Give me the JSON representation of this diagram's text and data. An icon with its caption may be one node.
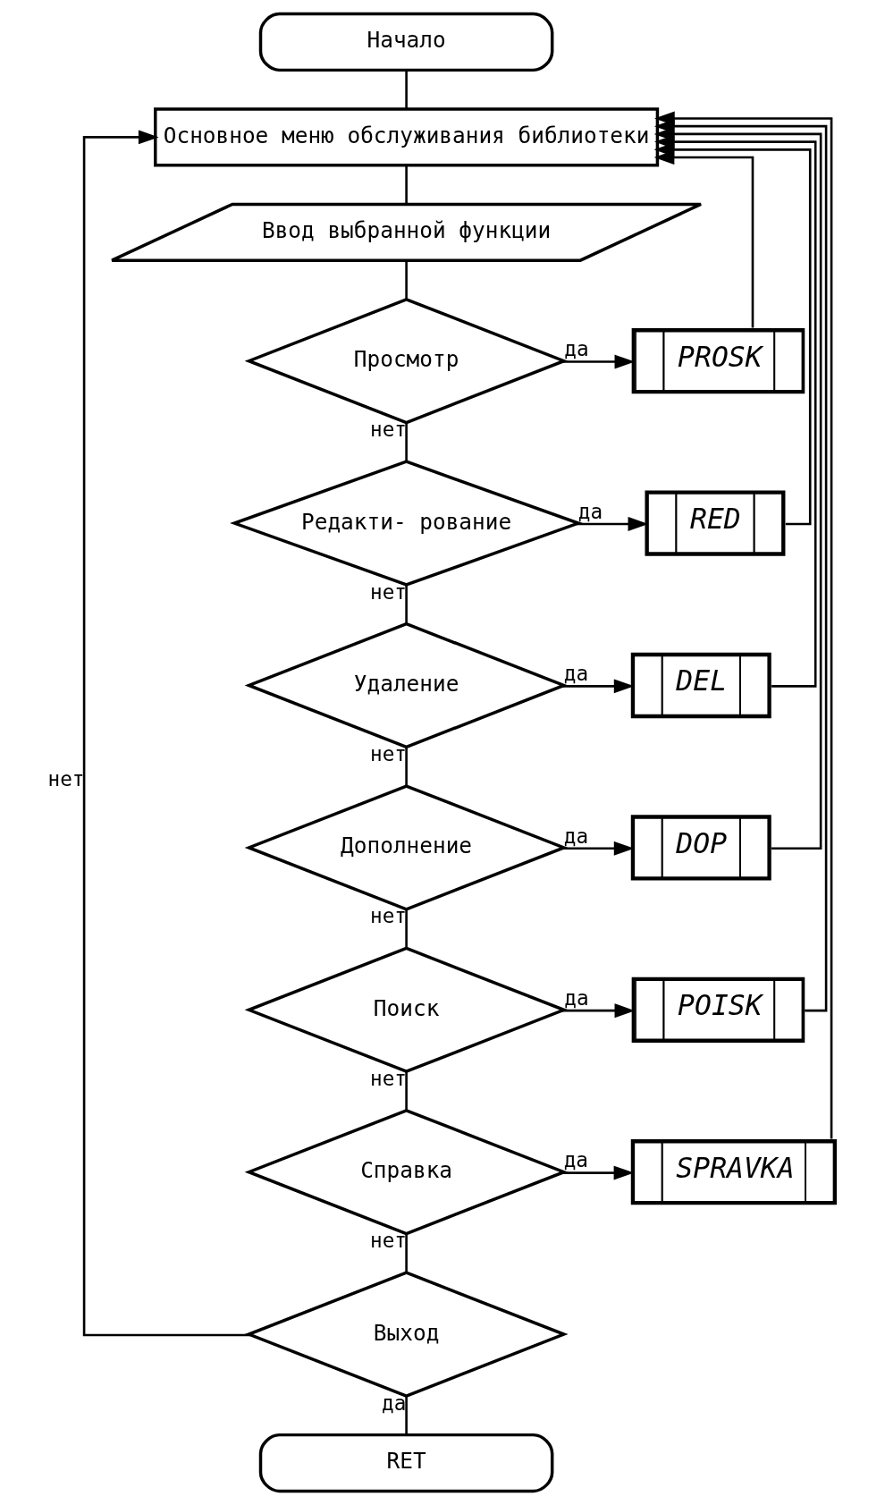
{
  "diagram": {
    "nodes": [
      {
        "text": [
          "Начало"
        ]
      },
      {
        "text": [
          "Основное меню обслуживания библиотеки"
        ]
      },
      {
        "text": [
          "Ввод выбранной функции"
        ]
      },
      {
        "text": [
          "Просмотр"
        ]
      },
      {
        "text": [
          "PROSK"
        ]
      },
      {
        "text": [
          "Редакти- рование"
        ]
      },
      {
        "text": [
          "RED"
        ]
      },
      {
        "text": [
          "Удаление"
        ]
      },
      {
        "text": [
          "DEL"
        ]
      },
      {
        "text": [
          "Дополнение"
        ]
      },
      {
        "text": [
          "DOP"
        ]
      },
      {
        "text": [
          "Поиск"
        ]
      },
      {
        "text": [
          "POISK"
        ]
      },
      {
        "text": [
          "Справка"
        ]
      },
      {
        "text": [
          "SPRAVKA"
        ]
      },
      {
        "text": [
          "Выход"
        ]
      },
      {
        "text": [
          "RET"
        ]
      }
    ],
    "edges": [
      {
        "from": 0,
        "to": 1,
        "arrow": "none"
      },
      {
        "from": 1,
        "to": 2,
        "arrow": "none"
      },
      {
        "from": 2,
        "to": 3,
        "arrow": "none"
      },
      {
        "from": 3,
        "to": 4,
        "arrow": "to",
        "label": "да"
      },
      {
        "from": 3,
        "to": 5,
        "arrow": "none",
        "label": "нет"
      },
      {
        "from": 5,
        "to": 6,
        "arrow": "to",
        "label": "да"
      },
      {
        "from": 5,
        "to": 7,
        "arrow": "none",
        "label": "нет"
      },
      {
        "from": 7,
        "to": 8,
        "arrow": "to",
        "label": "да"
      },
      {
        "from": 7,
        "to": 9,
        "arrow": "none",
        "label": "нет"
      },
      {
        "from": 9,
        "to": 10,
        "arrow": "to",
        "label": "да"
      },
      {
        "from": 9,
        "to": 11,
        "arrow": "none",
        "label": "нет"
      },
      {
        "from": 11,
        "to": 12,
        "arrow": "to",
        "label": "да"
      },
      {
        "from": 11,
        "to": 13,
        "arrow": "none",
        "label": "нет"
      },
      {
        "from": 13,
        "to": 14,
        "arrow": "to",
        "label": "да"
      },
      {
        "from": 13,
        "to": 15,
        "arrow": "none",
        "label": "нет"
      },
      {
        "from": 15,
        "to": 16,
        "arrow": "none",
        "label": "да"
      },
      {
        "from": 15,
        "to": 1,
        "arrow": "to",
        "label": "нет"
      },
      {
        "from": 4,
        "to": 1,
        "arrow": "to"
      },
      {
        "from": 6,
        "to": 1,
        "arrow": "to"
      },
      {
        "from": 8,
        "to": 1,
        "arrow": "to"
      },
      {
        "from": 10,
        "to": 1,
        "arrow": "to"
      },
      {
        "from": 12,
        "to": 1,
        "arrow": "to"
      },
      {
        "from": 14,
        "to": 1,
        "arrow": "to"
      }
    ]
  }
}
